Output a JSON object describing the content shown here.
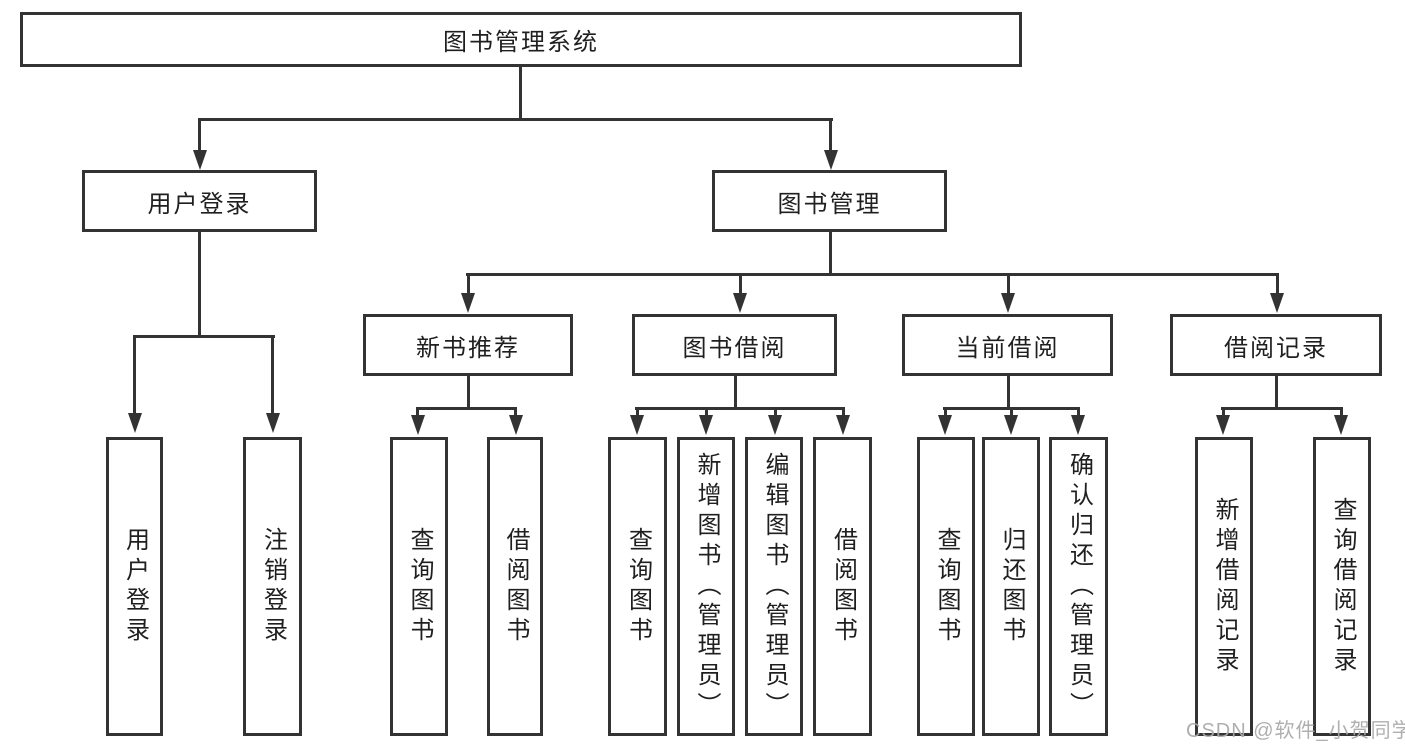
{
  "title": "图书管理系统",
  "level1": {
    "user": "用户登录",
    "book": "图书管理"
  },
  "level2": {
    "new_books": "新书推荐",
    "borrow": "图书借阅",
    "current": "当前借阅",
    "records": "借阅记录"
  },
  "leaves": {
    "user": [
      "用户登录",
      "注销登录"
    ],
    "new_books": [
      "查询图书",
      "借阅图书"
    ],
    "borrow": [
      "查询图书",
      "新增图书（管理员）",
      "编辑图书（管理员）",
      "借阅图书"
    ],
    "current": [
      "查询图书",
      "归还图书",
      "确认归还（管理员）"
    ],
    "records": [
      "新增借阅记录",
      "查询借阅记录"
    ]
  },
  "watermark": "CSDN @软件_小贺同学",
  "colors": {
    "line": "#333333",
    "text": "#1f1f1f",
    "watermark": "#a8a8a8",
    "background": "#ffffff"
  }
}
